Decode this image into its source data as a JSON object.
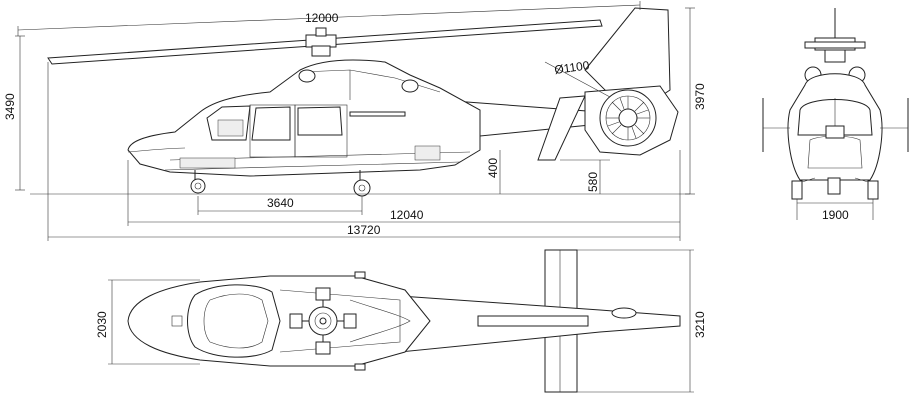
{
  "dimensions": {
    "rotor_diameter": "12000",
    "height_to_rotor_hub": "3490",
    "overall_height": "3970",
    "fenestron_diameter": "Ø1100",
    "skid_to_hull": "400",
    "tail_clearance": "580",
    "wheelbase": "3640",
    "fuselage_length": "12040",
    "overall_length": "13720",
    "track_width": "1900",
    "top_width": "2030",
    "stabilizer_span": "3210"
  },
  "views": [
    "side-view",
    "front-view",
    "top-view"
  ]
}
